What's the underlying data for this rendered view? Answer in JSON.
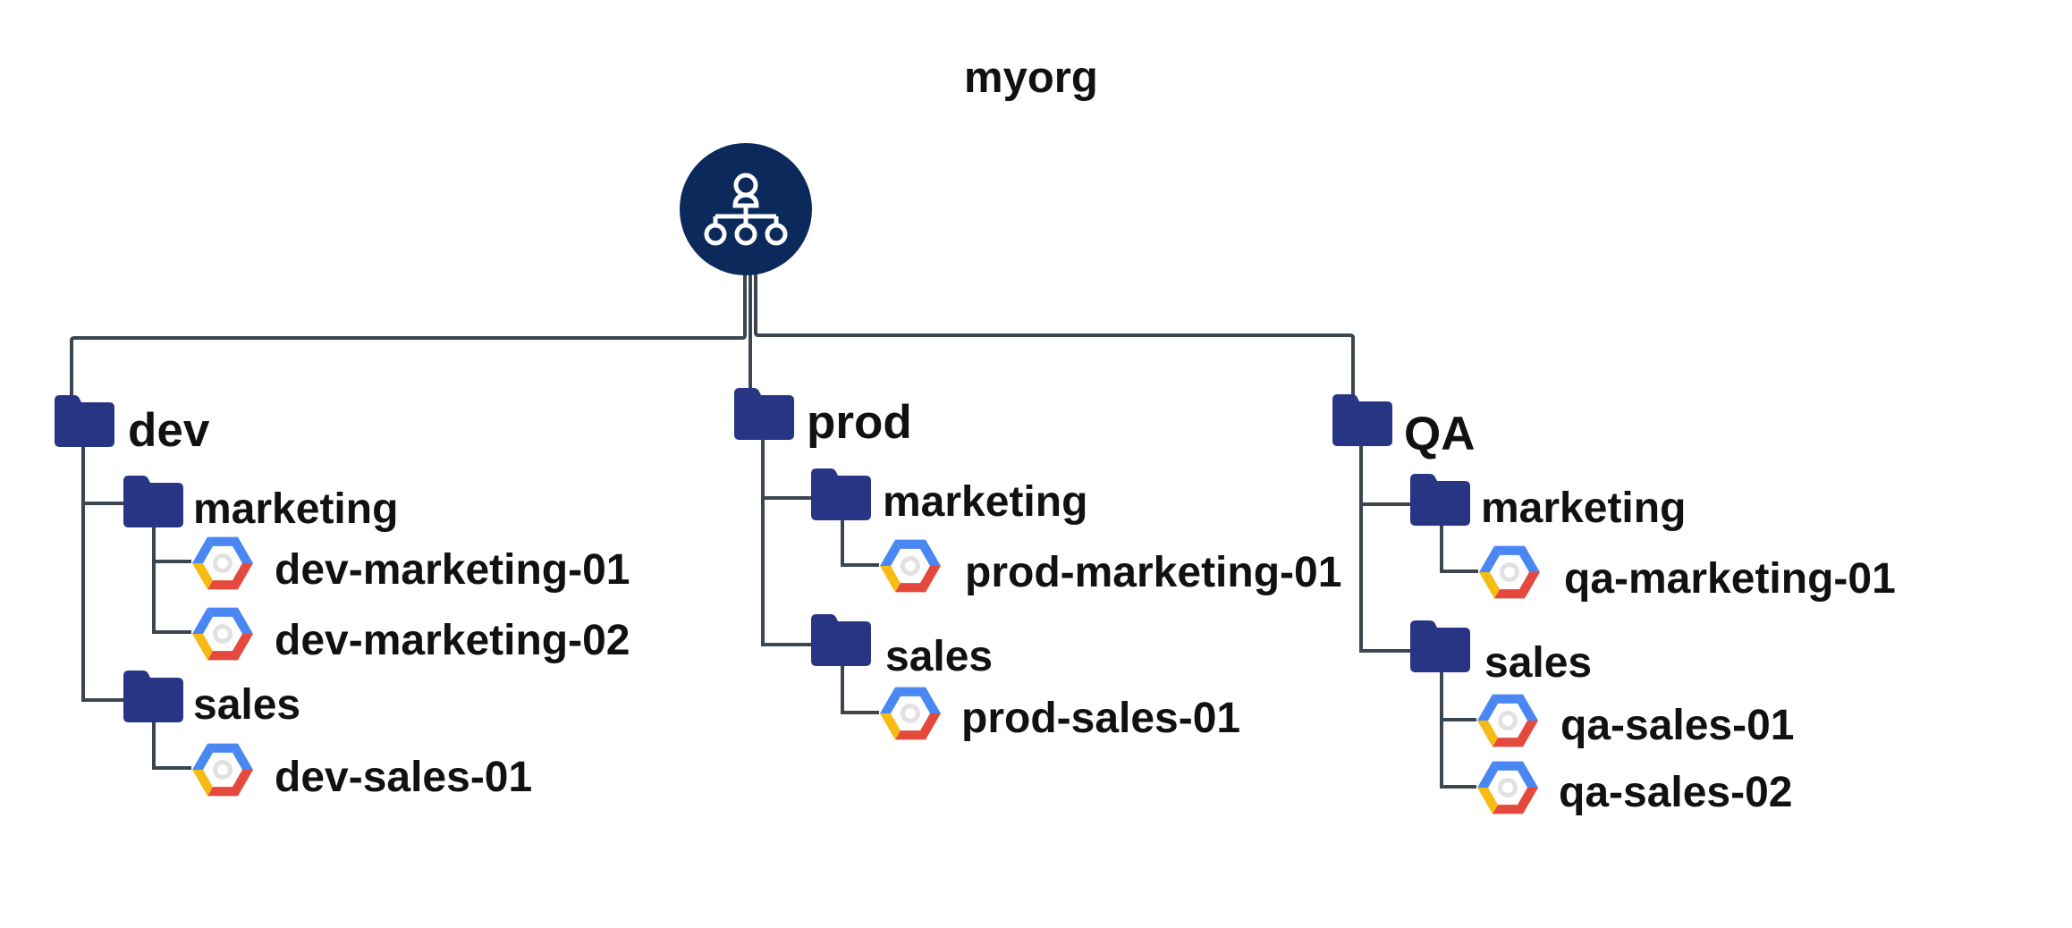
{
  "org": {
    "title": "myorg",
    "icon": "org-hierarchy-icon",
    "icon_bg": "#0b2a5b"
  },
  "colors": {
    "folder": "#283585",
    "line": "#3c4650",
    "gcp_blue": "#4a87f3",
    "gcp_red": "#e5483d",
    "gcp_yellow": "#f6bb14"
  },
  "folders": [
    {
      "name": "dev",
      "children": [
        {
          "name": "marketing",
          "projects": [
            "dev-marketing-01",
            "dev-marketing-02"
          ]
        },
        {
          "name": "sales",
          "projects": [
            "dev-sales-01"
          ]
        }
      ]
    },
    {
      "name": "prod",
      "children": [
        {
          "name": "marketing",
          "projects": [
            "prod-marketing-01"
          ]
        },
        {
          "name": "sales",
          "projects": [
            "prod-sales-01"
          ]
        }
      ]
    },
    {
      "name": "QA",
      "children": [
        {
          "name": "marketing",
          "projects": [
            "qa-marketing-01"
          ]
        },
        {
          "name": "sales",
          "projects": [
            "qa-sales-01",
            "qa-sales-02"
          ]
        }
      ]
    }
  ]
}
